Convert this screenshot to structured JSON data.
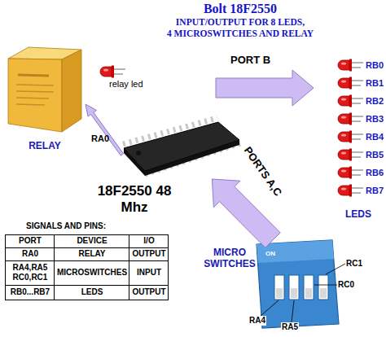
{
  "diagram": {
    "title": "Bolt 18F2550",
    "nodes": [
      {
        "text": [
          "RELAY"
        ]
      },
      {
        "text": [
          "18F2550 48 Mhz"
        ]
      },
      {
        "text": [
          "LEDS"
        ]
      },
      {
        "text": [
          "MICRO SWITCHES"
        ]
      }
    ],
    "edges": [
      {
        "from": 1,
        "to": 0,
        "label": "RA0",
        "arrow": "to"
      },
      {
        "from": 1,
        "to": 2,
        "label": "PORT B",
        "arrow": "to"
      },
      {
        "from": 3,
        "to": 1,
        "label": "PORTS A,C",
        "arrow": "to"
      }
    ],
    "labels": [
      "INPUT/OUTPUT FOR 8 LEDS,",
      "4 MICROSWITCHES AND RELAY",
      "relay led",
      "RB0",
      "RB1",
      "RB2",
      "RB3",
      "RB4",
      "RB5",
      "RB6",
      "RB7",
      "SIGNALS AND PINS:",
      "PORT",
      "DEVICE",
      "I/O",
      "RA0",
      "RELAY",
      "OUTPUT",
      "RA4,RA5 RC0,RC1",
      "MICROSWITCHES",
      "INPUT",
      "RB0...RB7",
      "LEDS",
      "OUTPUT",
      "ON",
      "RC1",
      "RC0",
      "RA4",
      "RA5"
    ]
  }
}
